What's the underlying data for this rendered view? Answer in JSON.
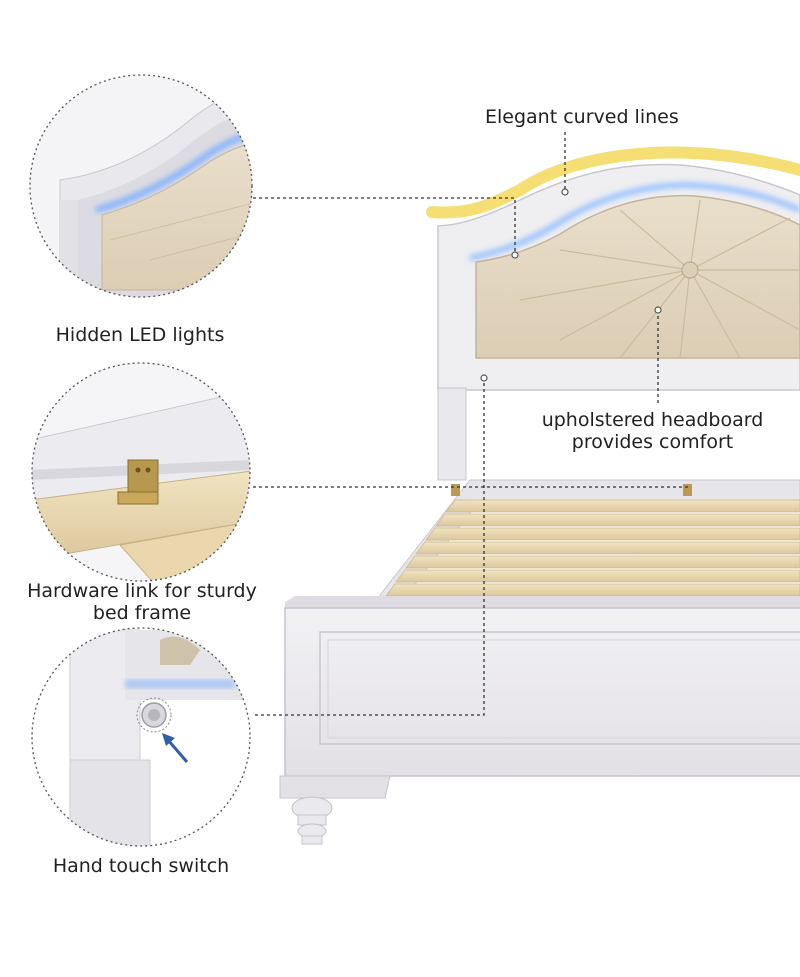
{
  "callouts": {
    "curved": "Elegant curved lines",
    "led": "Hidden LED lights",
    "headboard_line1": "upholstered headboard",
    "headboard_line2": "provides comfort",
    "hardware_line1": "Hardware link for sturdy",
    "hardware_line2": "bed frame",
    "switch": "Hand touch switch"
  },
  "icons": {
    "arrow": "switch-pointer-arrow-icon"
  },
  "colors": {
    "bed_white": "#ecebee",
    "fabric": "#e4d8c4",
    "led_glow": "#7fb6ff",
    "wood_slat": "#ecdcb6",
    "highlight_curve": "#f2d65a",
    "arrow_blue": "#2f5fa8"
  }
}
